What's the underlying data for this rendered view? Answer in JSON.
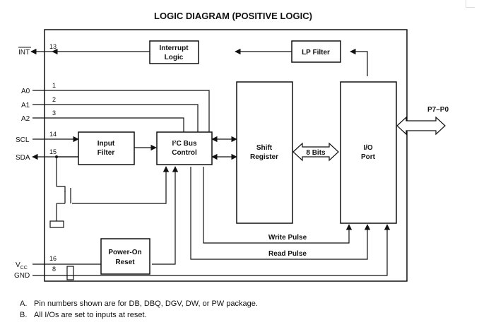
{
  "title": "LOGIC DIAGRAM (POSITIVE LOGIC)",
  "blocks": {
    "interrupt_logic": [
      "Interrupt",
      "Logic"
    ],
    "lp_filter": "LP Filter",
    "input_filter": [
      "Input",
      "Filter"
    ],
    "i2c_control": [
      "I²C Bus",
      "Control"
    ],
    "shift_register": [
      "Shift",
      "Register"
    ],
    "io_port": [
      "I/O",
      "Port"
    ],
    "power_on_reset": [
      "Power-On",
      "Reset"
    ]
  },
  "pins": {
    "int": {
      "name": "INT",
      "number": "13"
    },
    "a0": {
      "name": "A0",
      "number": "1"
    },
    "a1": {
      "name": "A1",
      "number": "2"
    },
    "a2": {
      "name": "A2",
      "number": "3"
    },
    "scl": {
      "name": "SCL",
      "number": "14"
    },
    "sda": {
      "name": "SDA",
      "number": "15"
    },
    "vcc": {
      "name": "V",
      "sub": "CC",
      "number": "16"
    },
    "gnd": {
      "name": "GND",
      "number": "8"
    },
    "port": "P7–P0"
  },
  "signals": {
    "bus_width": "8 Bits",
    "write_pulse": "Write Pulse",
    "read_pulse": "Read Pulse"
  },
  "notes": [
    {
      "letter": "A.",
      "text": "Pin numbers shown are for DB, DBQ, DGV, DW, or PW package."
    },
    {
      "letter": "B.",
      "text": "All I/Os are set to inputs at reset."
    }
  ]
}
